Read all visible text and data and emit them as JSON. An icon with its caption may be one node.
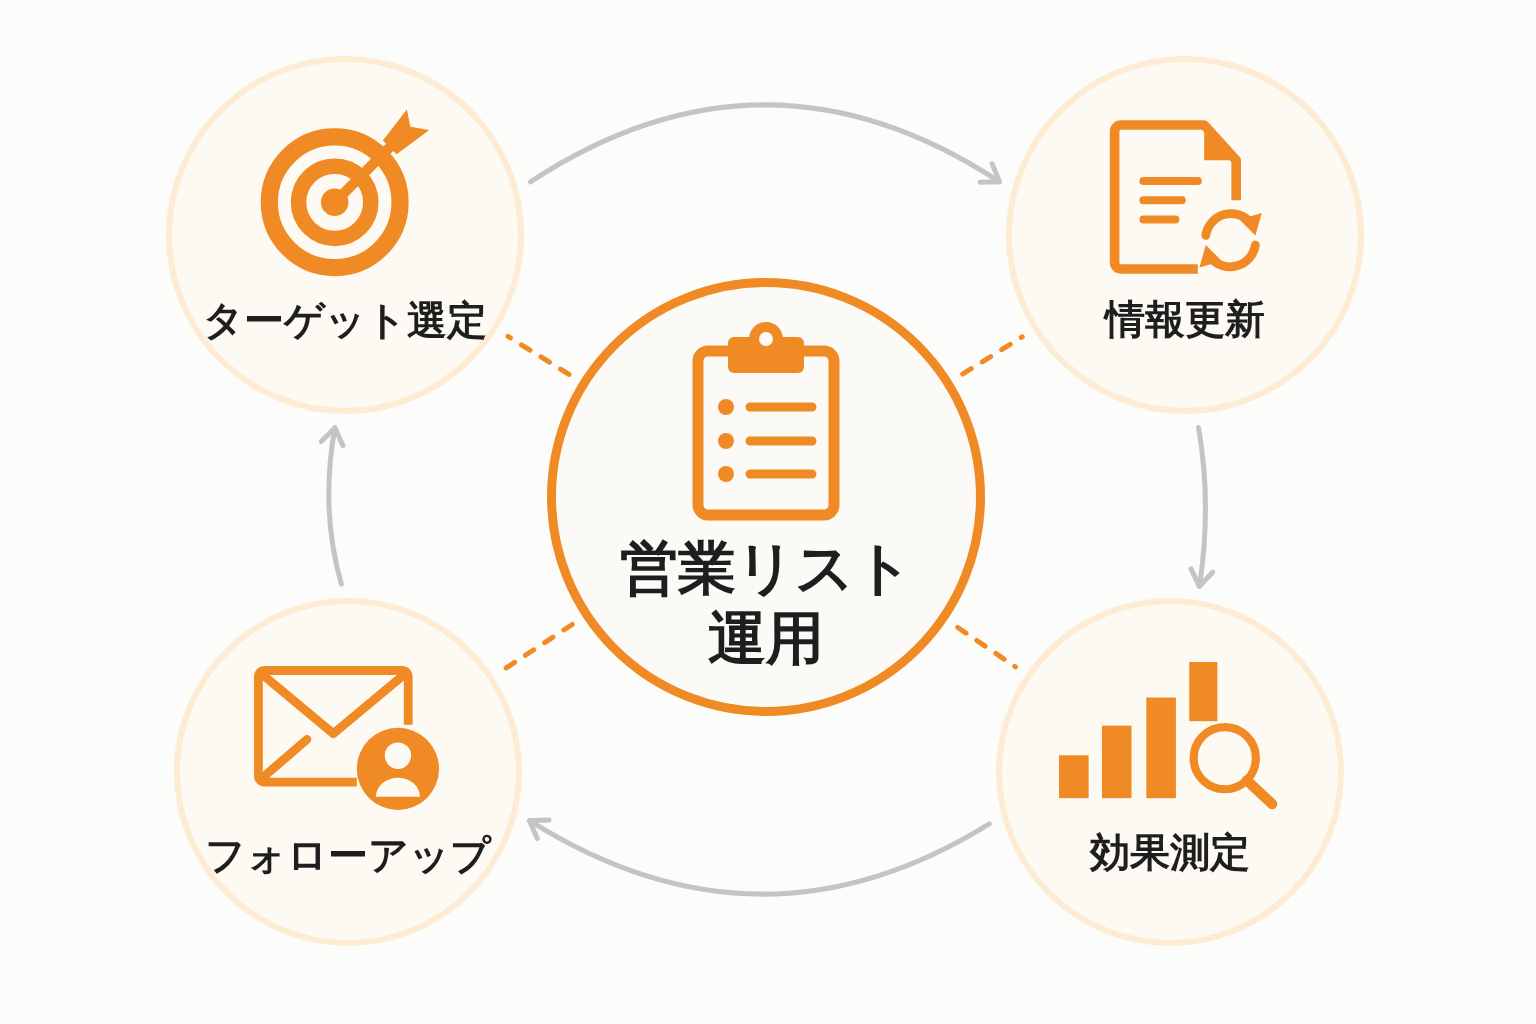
{
  "diagram": {
    "nodes": [
      {
        "text": [
          "営業リスト運用"
        ]
      },
      {
        "text": [
          "ターゲット選定"
        ]
      },
      {
        "text": [
          "情報更新"
        ]
      },
      {
        "text": [
          "効果測定"
        ]
      },
      {
        "text": [
          "フォローアップ"
        ]
      }
    ],
    "edges": [
      {
        "from": 1,
        "to": 2,
        "arrow": "to"
      },
      {
        "from": 2,
        "to": 3,
        "arrow": "to"
      },
      {
        "from": 3,
        "to": 4,
        "arrow": "to"
      },
      {
        "from": 4,
        "to": 1,
        "arrow": "to"
      },
      {
        "from": 0,
        "to": 1,
        "arrow": "none",
        "style": "dashed",
        "color": "#f08a24"
      },
      {
        "from": 0,
        "to": 2,
        "arrow": "none",
        "style": "dashed",
        "color": "#f08a24"
      },
      {
        "from": 0,
        "to": 3,
        "arrow": "none",
        "style": "dashed",
        "color": "#f08a24"
      },
      {
        "from": 0,
        "to": 4,
        "arrow": "none",
        "style": "dashed",
        "color": "#f08a24"
      }
    ]
  }
}
